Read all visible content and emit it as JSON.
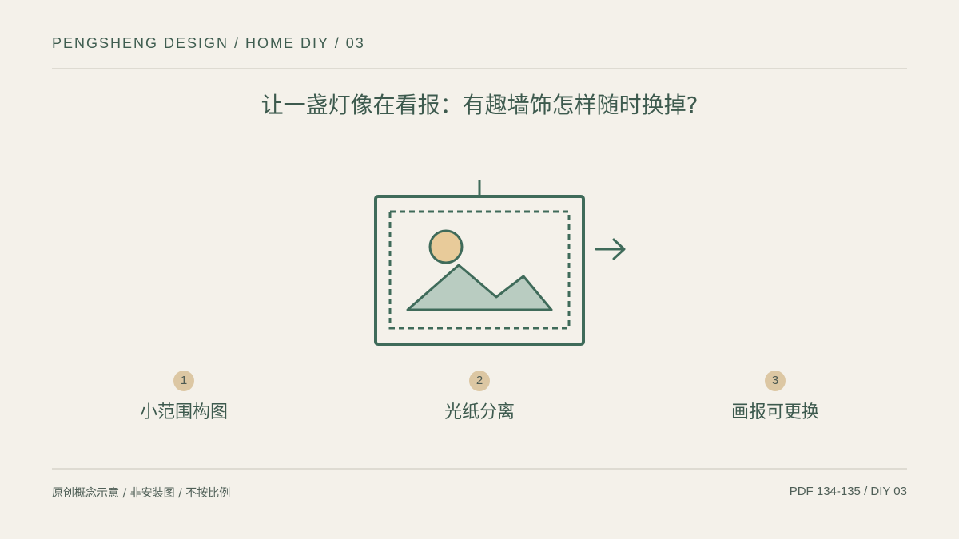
{
  "header": {
    "label": "PENGSHENG DESIGN / HOME DIY / 03"
  },
  "title": "让一盏灯像在看报：有趣墙饰怎样随时换掉?",
  "diagram": {
    "icons": [
      "picture-frame-icon",
      "sun-icon",
      "mountain-icon",
      "arrow-right-icon"
    ],
    "colors": {
      "frame": "#3f6b5a",
      "sun": "#e8cb9a",
      "mountain": "#b9ccc1",
      "badge": "#dcc7a3",
      "background": "#f4f1ea"
    }
  },
  "steps": [
    {
      "number": "1",
      "label": "小范围构图"
    },
    {
      "number": "2",
      "label": "光纸分离"
    },
    {
      "number": "3",
      "label": "画报可更换"
    }
  ],
  "footer": {
    "left": "原创概念示意 / 非安装图 / 不按比例",
    "right": "PDF 134-135 / DIY 03"
  }
}
